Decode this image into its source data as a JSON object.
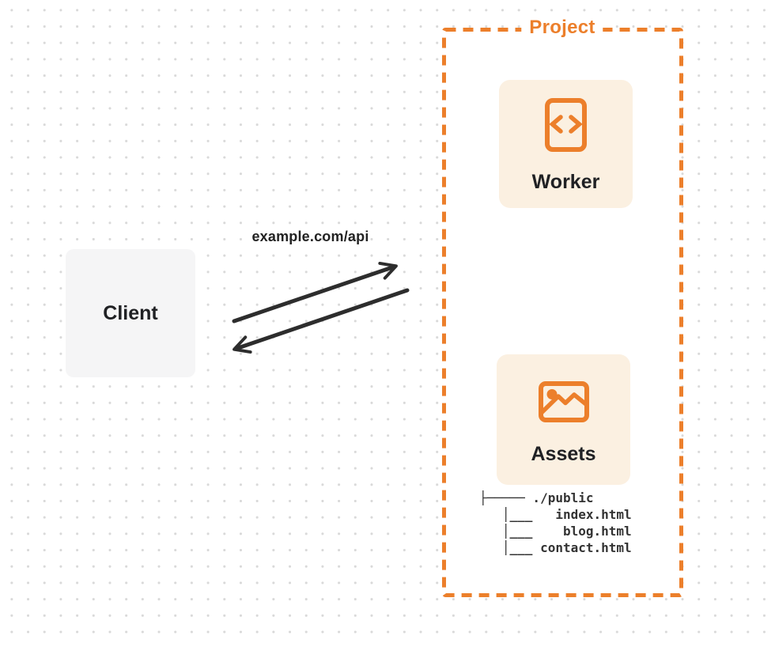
{
  "colors": {
    "accent_orange": "#EC7F2B",
    "card_peach": "#FBF0E1",
    "client_gray": "#F5F5F6",
    "arrow_dark": "#2D2D2D",
    "text_dark": "#202124",
    "dot_grid": "#D9D9D9"
  },
  "diagram": {
    "client": {
      "label": "Client"
    },
    "request": {
      "url_label": "example.com/api",
      "direction": "bidirectional"
    },
    "project": {
      "label": "Project",
      "worker": {
        "label": "Worker",
        "icon": "code-file-icon"
      },
      "assets": {
        "label": "Assets",
        "icon": "image-icon",
        "files": [
          "./public",
          "index.html",
          "blog.html",
          "contact.html"
        ],
        "file_tree_text": "├───── ./public\n   │___   index.html\n   │___    blog.html\n   │___ contact.html"
      }
    }
  }
}
